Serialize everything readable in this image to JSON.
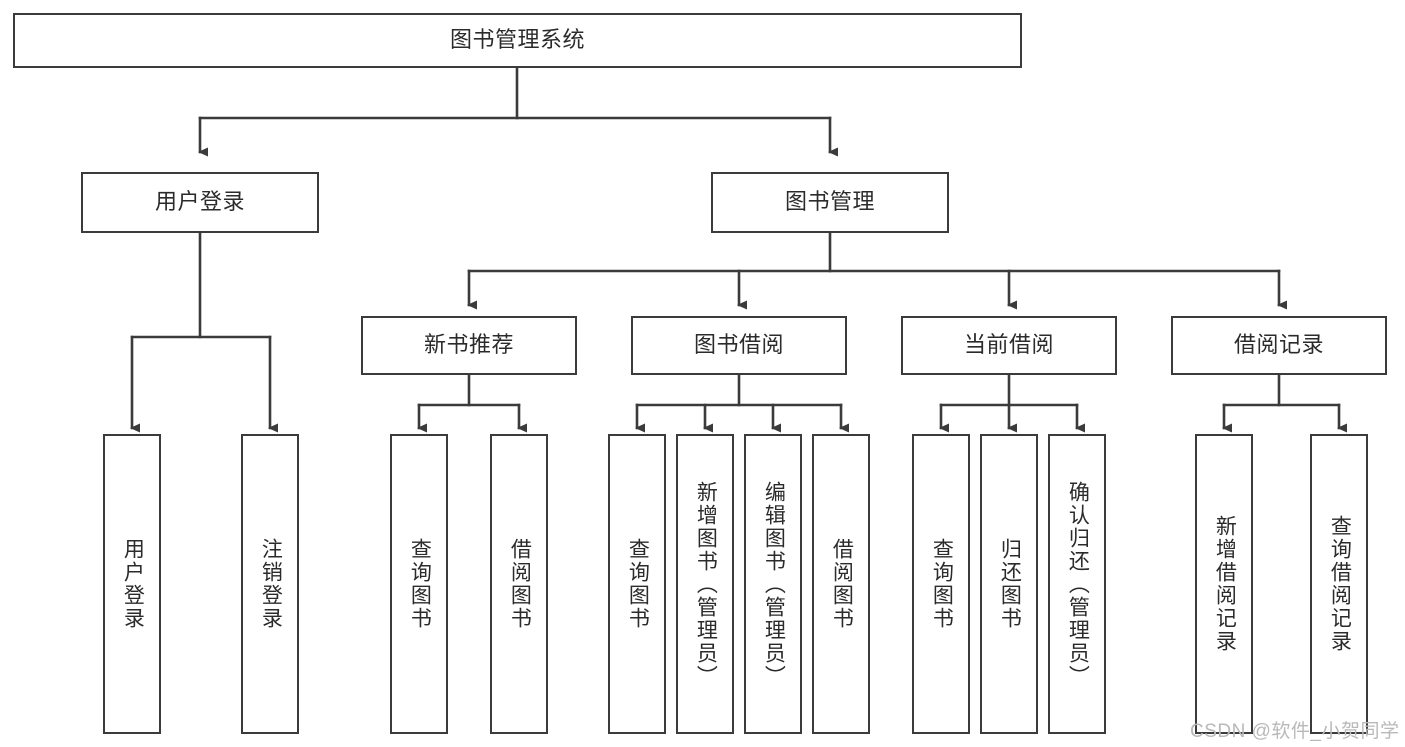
{
  "diagram": {
    "title_node": {
      "label": "图书管理系统"
    },
    "level1": [
      {
        "id": "user-login",
        "label": "用户登录"
      },
      {
        "id": "book-management",
        "label": "图书管理"
      }
    ],
    "level2": [
      {
        "id": "new-book-recommend",
        "label": "新书推荐"
      },
      {
        "id": "book-borrow",
        "label": "图书借阅"
      },
      {
        "id": "current-borrow",
        "label": "当前借阅"
      },
      {
        "id": "borrow-record",
        "label": "借阅记录"
      }
    ],
    "leaves": {
      "user_login": [
        {
          "id": "leaf-user-login",
          "label": "用户登录"
        },
        {
          "id": "leaf-logout-login",
          "label": "注销登录"
        }
      ],
      "new_book_recommend": [
        {
          "id": "leaf-query-book-1",
          "label": "查询图书"
        },
        {
          "id": "leaf-borrow-book-1",
          "label": "借阅图书"
        }
      ],
      "book_borrow": [
        {
          "id": "leaf-query-book-2",
          "label": "查询图书"
        },
        {
          "id": "leaf-add-book",
          "label": "新增图书（管理员）"
        },
        {
          "id": "leaf-edit-book",
          "label": "编辑图书（管理员）"
        },
        {
          "id": "leaf-borrow-book-2",
          "label": "借阅图书"
        }
      ],
      "current_borrow": [
        {
          "id": "leaf-query-book-3",
          "label": "查询图书"
        },
        {
          "id": "leaf-return-book",
          "label": "归还图书"
        },
        {
          "id": "leaf-confirm-return",
          "label": "确认归还（管理员）"
        }
      ],
      "borrow_record": [
        {
          "id": "leaf-add-record",
          "label": "新增借阅记录"
        },
        {
          "id": "leaf-query-record",
          "label": "查询借阅记录"
        }
      ]
    }
  },
  "watermark": {
    "text": "CSDN @软件_小贺同学"
  },
  "colors": {
    "border": "#3b3b3b",
    "text": "#2b2b2b",
    "background": "#ffffff",
    "watermark": "#b9b9b9"
  }
}
